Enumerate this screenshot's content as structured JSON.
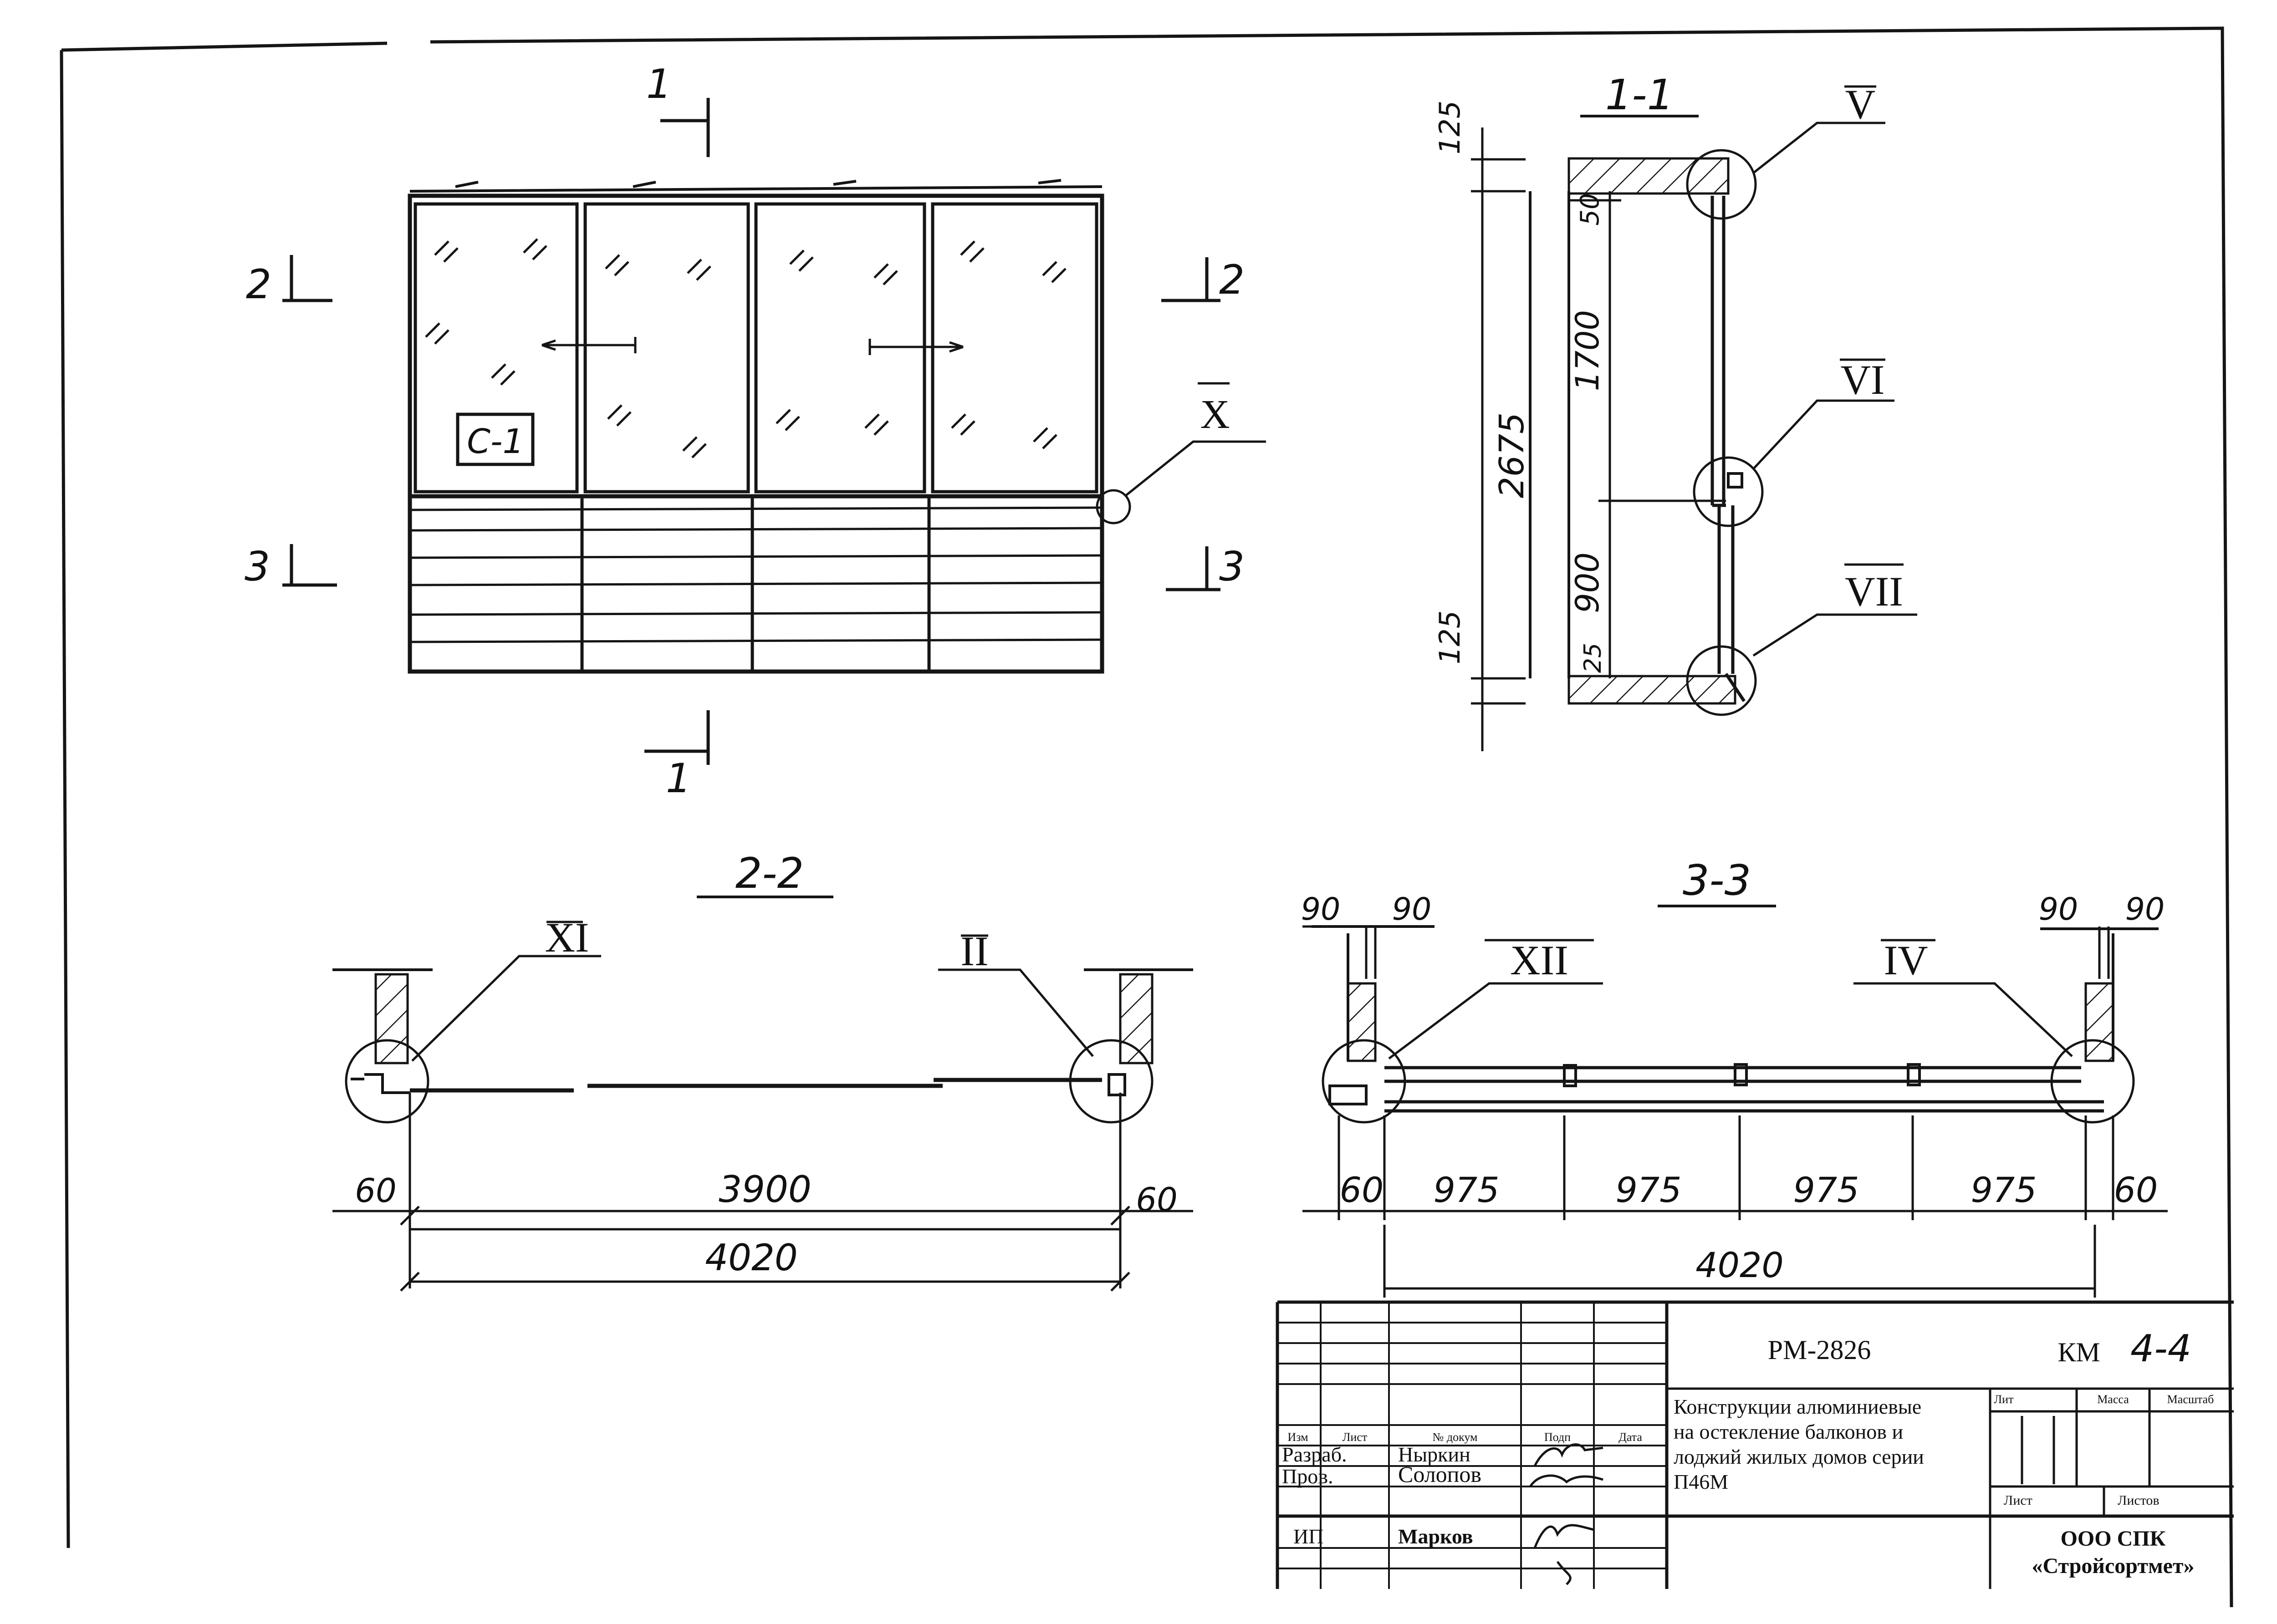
{
  "sections": {
    "elevation_cut_1_top": "1",
    "elevation_cut_1_bottom": "1",
    "elevation_cut_2_left": "2",
    "elevation_cut_2_right": "2",
    "elevation_cut_3_left": "3",
    "elevation_cut_3_right": "3",
    "frame_mark": "С-1",
    "node_x": "X",
    "section_1_1": "1-1",
    "section_2_2": "2-2",
    "section_3_3": "3-3"
  },
  "section_1_1": {
    "node_v": "V",
    "node_vi": "VI",
    "node_vii": "VII",
    "dim_125_top": "125",
    "dim_50": "50",
    "dim_1700": "1700",
    "dim_2675": "2675",
    "dim_900": "900",
    "dim_125_bottom": "125",
    "dim_25": "25"
  },
  "section_2_2": {
    "node_xi": "XI",
    "node_ii": "II",
    "dim_left": "60",
    "dim_mid": "3900",
    "dim_right": "60",
    "dim_total": "4020"
  },
  "section_3_3": {
    "node_xii": "XII",
    "node_iv": "IV",
    "dim_90_a": "90",
    "dim_90_b": "90",
    "dim_90_c": "90",
    "dim_90_d": "90",
    "dim_60_left": "60",
    "dim_975_1": "975",
    "dim_975_2": "975",
    "dim_975_3": "975",
    "dim_975_4": "975",
    "dim_60_right": "60",
    "dim_total": "4020"
  },
  "title_block": {
    "doc_code": "РМ-2826",
    "sheet_code_prefix": "КМ",
    "sheet_code_num": "4-4",
    "description_1": "Конструкции алюминиевые",
    "description_2": "на остекление балконов и",
    "description_3": "лоджий жилых домов серии",
    "description_4": "П46М",
    "col_izm": "Изм",
    "col_list": "Лист",
    "col_doc": "№ докум",
    "col_sign": "Подп",
    "col_date": "Дата",
    "role_razrab": "Разраб.",
    "name_razrab": "Ныркин",
    "role_prov": "Пров.",
    "name_prov": "Солопов",
    "role_ip": "ИП",
    "name_ip": "Марков",
    "hdr_lit": "Лит",
    "hdr_massa": "Масса",
    "hdr_masshtab": "Масштаб",
    "hdr_sheet": "Лист",
    "hdr_sheets": "Листов",
    "org_1": "ООО СПК",
    "org_2": "«Стройсортмет»"
  }
}
